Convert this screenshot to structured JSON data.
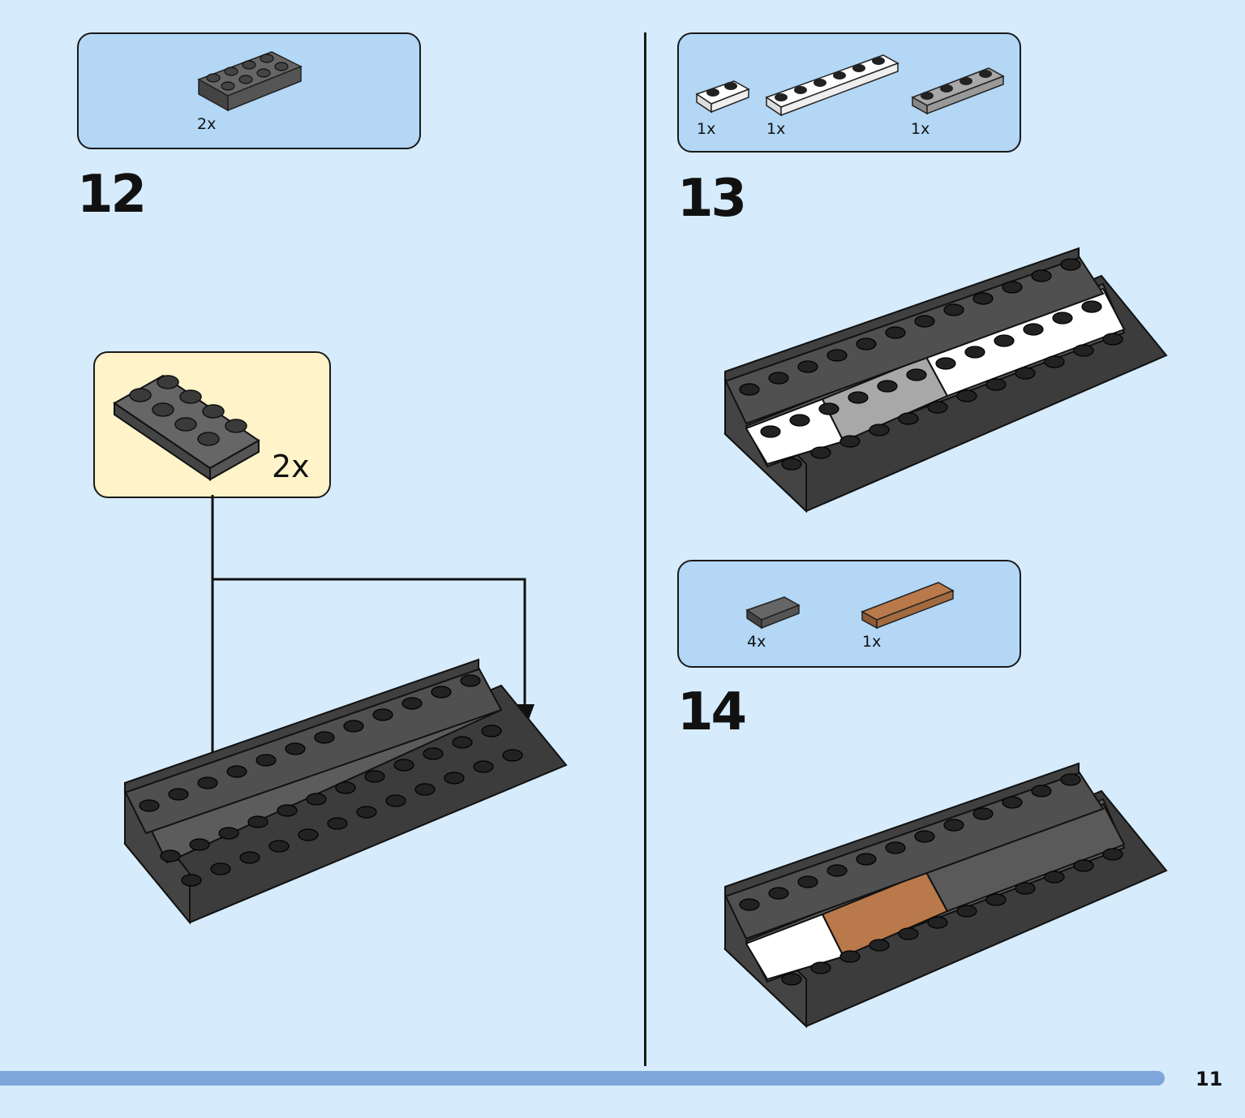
{
  "page_number": "11",
  "colors": {
    "background": "#d6ebfb",
    "parts_box": "#b3d7f5",
    "callout": "#fff3c9",
    "progress_bar": "#7ea6da",
    "dark_gray": "#5a5a5a",
    "light_gray": "#a8a8a8",
    "white": "#ffffff",
    "brown": "#b9794a"
  },
  "steps": [
    {
      "number": "12",
      "parts": [
        {
          "qty": "2x",
          "part": "plate-2x4-dark-gray"
        }
      ],
      "callout": {
        "qty": "2x",
        "part": "plate-2x4-dark-gray"
      }
    },
    {
      "number": "13",
      "parts": [
        {
          "qty": "1x",
          "part": "plate-1x2-white"
        },
        {
          "qty": "1x",
          "part": "plate-1x6-white"
        },
        {
          "qty": "1x",
          "part": "plate-1x4-light-gray"
        }
      ]
    },
    {
      "number": "14",
      "parts": [
        {
          "qty": "4x",
          "part": "tile-1x2-dark-gray"
        },
        {
          "qty": "1x",
          "part": "tile-1x6-brown"
        }
      ]
    }
  ]
}
